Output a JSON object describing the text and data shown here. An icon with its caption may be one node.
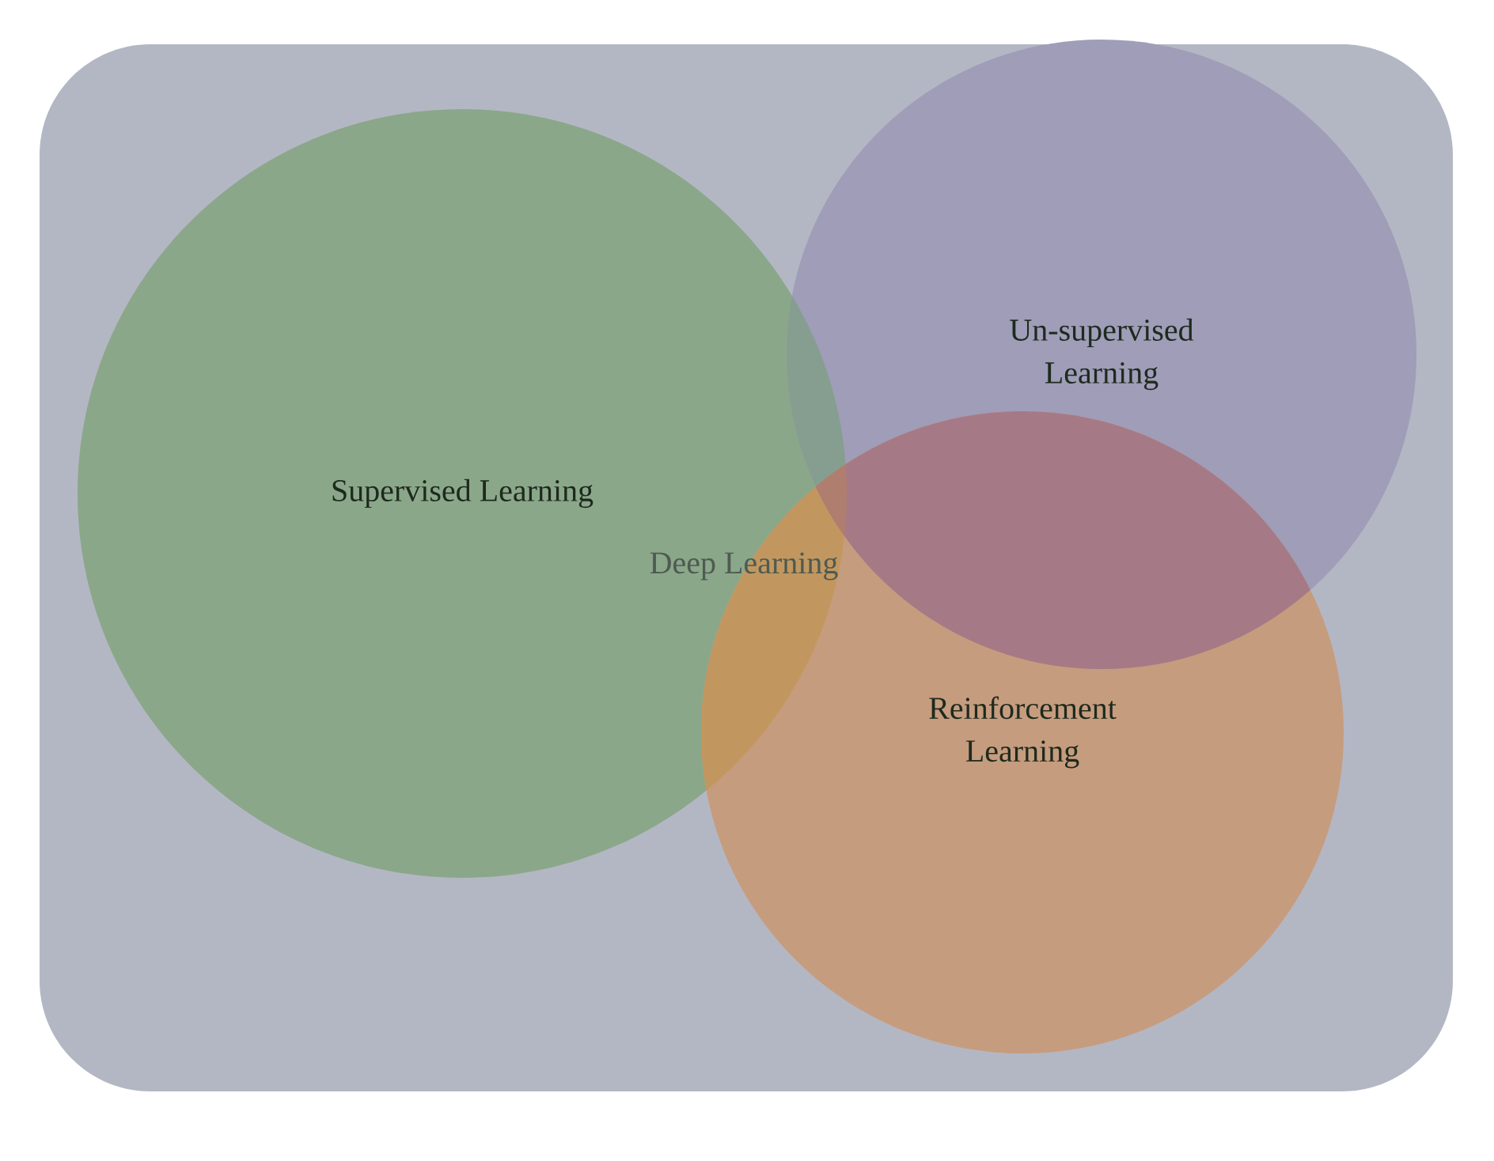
{
  "diagram": {
    "nodes": [
      {
        "text": [],
        "shape": "box"
      },
      {
        "text": [
          "Supervised Learning"
        ],
        "in": 0
      },
      {
        "text": [
          "Un-supervised Learning"
        ],
        "in": 0
      },
      {
        "text": [
          "Reinforcement Learning"
        ],
        "in": 0
      }
    ],
    "labels": [
      "Deep Learning"
    ]
  }
}
